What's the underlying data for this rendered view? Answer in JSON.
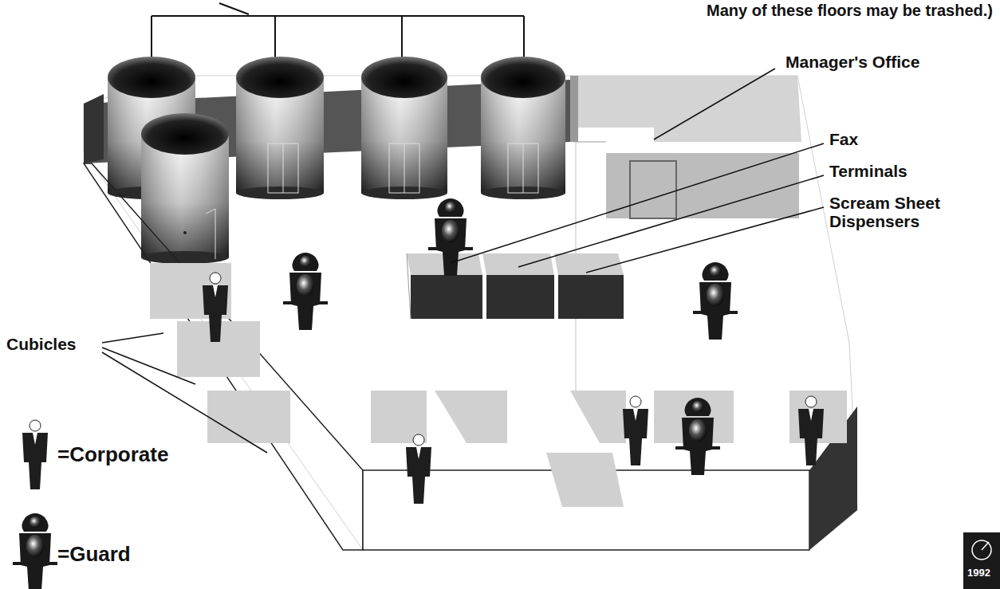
{
  "diagram": {
    "labels": [
      "Many of these floors may be trashed.)",
      "Manager's Office",
      "Fax",
      "Terminals",
      "Scream Sheet Dispensers",
      "Cubicles",
      "1992"
    ],
    "legend": [
      {
        "text": "=Corporate"
      },
      {
        "text": "=Guard"
      }
    ]
  }
}
